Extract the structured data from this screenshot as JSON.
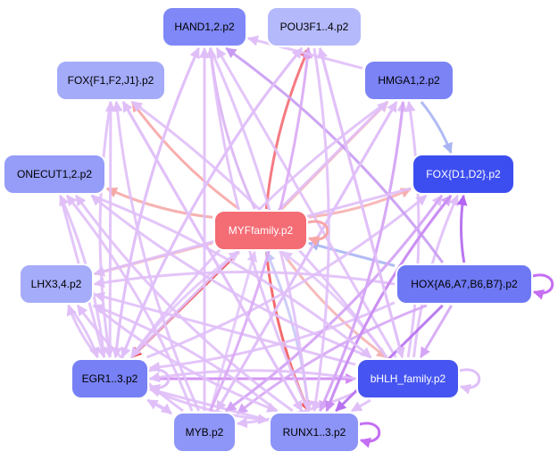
{
  "nodes": [
    {
      "id": "hand",
      "label": "HAND1,2.p2",
      "fill": "#7f88f6",
      "text": "#000000"
    },
    {
      "id": "pou",
      "label": "POU3F1..4.p2",
      "fill": "#b4b9fb",
      "text": "#000000"
    },
    {
      "id": "foxf",
      "label": "FOX{F1,F2,J1}.p2",
      "fill": "#a4abf9",
      "text": "#000000"
    },
    {
      "id": "hmga",
      "label": "HMGA1,2.p2",
      "fill": "#7b83f5",
      "text": "#000000"
    },
    {
      "id": "onecut",
      "label": "ONECUT1,2.p2",
      "fill": "#959df8",
      "text": "#000000"
    },
    {
      "id": "foxd",
      "label": "FOX{D1,D2}.p2",
      "fill": "#3d4ef0",
      "text": "#ffffff"
    },
    {
      "id": "myf",
      "label": "MYFfamily.p2",
      "fill": "#f46c74",
      "text": "#ffffff"
    },
    {
      "id": "lhx",
      "label": "LHX3,4.p2",
      "fill": "#a5acf9",
      "text": "#000000"
    },
    {
      "id": "hox",
      "label": "HOX{A6,A7,B6,B7}.p2",
      "fill": "#6f78f4",
      "text": "#000000"
    },
    {
      "id": "egr",
      "label": "EGR1..3.p2",
      "fill": "#7780f5",
      "text": "#000000"
    },
    {
      "id": "bhlh",
      "label": "bHLH_family.p2",
      "fill": "#4655f1",
      "text": "#ffffff"
    },
    {
      "id": "myb",
      "label": "MYB.p2",
      "fill": "#8e96f7",
      "text": "#000000"
    },
    {
      "id": "runx",
      "label": "RUNX1..3.p2",
      "fill": "#8c94f7",
      "text": "#000000"
    }
  ],
  "edges": [
    {
      "from": "myf",
      "to": "pou",
      "color": "#f46c74"
    },
    {
      "from": "myf",
      "to": "egr",
      "color": "#ee3e3e"
    },
    {
      "from": "myf",
      "to": "runx",
      "color": "#f25a5a"
    },
    {
      "from": "myf",
      "to": "foxf",
      "color": "#f7a6a6"
    },
    {
      "from": "myf",
      "to": "hmga",
      "color": "#f7b0b0"
    },
    {
      "from": "myf",
      "to": "foxd",
      "color": "#f7b0b0"
    },
    {
      "from": "myf",
      "to": "onecut",
      "color": "#f5a8a8"
    },
    {
      "from": "myf",
      "to": "lhx",
      "color": "#f5b4b4"
    },
    {
      "from": "myf",
      "to": "bhlh",
      "color": "#f5b4b4"
    },
    {
      "from": "myf",
      "to": "hand",
      "color": "#d9b2f4"
    },
    {
      "from": "hox",
      "to": "myf",
      "color": "#a9b4f3"
    },
    {
      "from": "bhlh",
      "to": "myf",
      "color": "#e2c6f9"
    },
    {
      "from": "egr",
      "to": "myf",
      "color": "#e2c6f9"
    },
    {
      "from": "myb",
      "to": "myf",
      "color": "#e2c6f9"
    },
    {
      "from": "runx",
      "to": "myf",
      "color": "#c8c8f6"
    },
    {
      "from": "egr",
      "to": "hand",
      "color": "#e0bff8"
    },
    {
      "from": "egr",
      "to": "foxf",
      "color": "#e0bff8"
    },
    {
      "from": "egr",
      "to": "onecut",
      "color": "#e0bff8"
    },
    {
      "from": "egr",
      "to": "lhx",
      "color": "#e0bff8"
    },
    {
      "from": "egr",
      "to": "hmga",
      "color": "#e0bff8"
    },
    {
      "from": "egr",
      "to": "foxd",
      "color": "#e0bff8"
    },
    {
      "from": "egr",
      "to": "pou",
      "color": "#e0bff8"
    },
    {
      "from": "egr",
      "to": "bhlh",
      "color": "#d089f2"
    },
    {
      "from": "egr",
      "to": "runx",
      "color": "#e0bff8"
    },
    {
      "from": "egr",
      "to": "myb",
      "color": "#e0bff8"
    },
    {
      "from": "bhlh",
      "to": "hand",
      "color": "#e0bff8"
    },
    {
      "from": "bhlh",
      "to": "foxf",
      "color": "#e0bff8"
    },
    {
      "from": "bhlh",
      "to": "onecut",
      "color": "#e0bff8"
    },
    {
      "from": "bhlh",
      "to": "pou",
      "color": "#e0bff8"
    },
    {
      "from": "bhlh",
      "to": "hmga",
      "color": "#e0bff8"
    },
    {
      "from": "bhlh",
      "to": "foxd",
      "color": "#e0bff8"
    },
    {
      "from": "bhlh",
      "to": "lhx",
      "color": "#e0bff8"
    },
    {
      "from": "bhlh",
      "to": "egr",
      "color": "#e0bff8"
    },
    {
      "from": "bhlh",
      "to": "myb",
      "color": "#e0bff8"
    },
    {
      "from": "bhlh",
      "to": "runx",
      "color": "#e0bff8"
    },
    {
      "from": "hox",
      "to": "hand",
      "color": "#c89bf3"
    },
    {
      "from": "hox",
      "to": "foxd",
      "color": "#b366f1"
    },
    {
      "from": "hox",
      "to": "runx",
      "color": "#b670f0"
    },
    {
      "from": "hox",
      "to": "myb",
      "color": "#d5a5f5"
    },
    {
      "from": "hox",
      "to": "egr",
      "color": "#e0bff8"
    },
    {
      "from": "hox",
      "to": "bhlh",
      "color": "#d5a5f5"
    },
    {
      "from": "hox",
      "to": "lhx",
      "color": "#e0bff8"
    },
    {
      "from": "runx",
      "to": "hand",
      "color": "#e0bff8"
    },
    {
      "from": "runx",
      "to": "foxf",
      "color": "#e0bff8"
    },
    {
      "from": "runx",
      "to": "hmga",
      "color": "#e0bff8"
    },
    {
      "from": "runx",
      "to": "foxd",
      "color": "#d5a5f5"
    },
    {
      "from": "runx",
      "to": "egr",
      "color": "#e0bff8"
    },
    {
      "from": "runx",
      "to": "lhx",
      "color": "#e0bff8"
    },
    {
      "from": "runx",
      "to": "onecut",
      "color": "#e0bff8"
    },
    {
      "from": "myb",
      "to": "hand",
      "color": "#e0bff8"
    },
    {
      "from": "myb",
      "to": "pou",
      "color": "#d9a7f5"
    },
    {
      "from": "myb",
      "to": "foxf",
      "color": "#e0bff8"
    },
    {
      "from": "myb",
      "to": "hmga",
      "color": "#e0bff8"
    },
    {
      "from": "myb",
      "to": "foxd",
      "color": "#e0bff8"
    },
    {
      "from": "myb",
      "to": "lhx",
      "color": "#e0bff8"
    },
    {
      "from": "myb",
      "to": "egr",
      "color": "#e0bff8"
    },
    {
      "from": "myb",
      "to": "onecut",
      "color": "#e0bff8"
    },
    {
      "from": "hmga",
      "to": "foxd",
      "color": "#a9b4f3"
    },
    {
      "from": "hmga",
      "to": "hand",
      "color": "#e0bff8"
    },
    {
      "from": "hmga",
      "to": "egr",
      "color": "#e0bff8"
    },
    {
      "from": "hmga",
      "to": "runx",
      "color": "#d5a5f5"
    },
    {
      "from": "hmga",
      "to": "myb",
      "color": "#e0bff8"
    },
    {
      "from": "foxd",
      "to": "runx",
      "color": "#c98cf3"
    },
    {
      "from": "foxd",
      "to": "myb",
      "color": "#d5a5f5"
    },
    {
      "from": "foxd",
      "to": "lhx",
      "color": "#e0bff8"
    },
    {
      "from": "pou",
      "to": "egr",
      "color": "#e0bff8"
    },
    {
      "from": "pou",
      "to": "runx",
      "color": "#e0bff8"
    },
    {
      "from": "pou",
      "to": "bhlh",
      "color": "#e0bff8"
    },
    {
      "from": "hand",
      "to": "egr",
      "color": "#e0bff8"
    },
    {
      "from": "hand",
      "to": "runx",
      "color": "#e0bff8"
    },
    {
      "from": "foxf",
      "to": "runx",
      "color": "#e0bff8"
    },
    {
      "from": "foxf",
      "to": "egr",
      "color": "#e0bff8"
    },
    {
      "from": "onecut",
      "to": "bhlh",
      "color": "#e0bff8"
    },
    {
      "from": "onecut",
      "to": "egr",
      "color": "#e0bff8"
    },
    {
      "from": "lhx",
      "to": "runx",
      "color": "#e0bff8"
    },
    {
      "from": "lhx",
      "to": "egr",
      "color": "#e0bff8"
    }
  ],
  "self_loops": [
    {
      "node": "hox",
      "color": "#c46ef2"
    },
    {
      "node": "bhlh",
      "color": "#e0bff8"
    },
    {
      "node": "runx",
      "color": "#c46ef2"
    },
    {
      "node": "egr",
      "color": "#e0bff8"
    },
    {
      "node": "myf",
      "color": "#f7a6a6"
    }
  ]
}
